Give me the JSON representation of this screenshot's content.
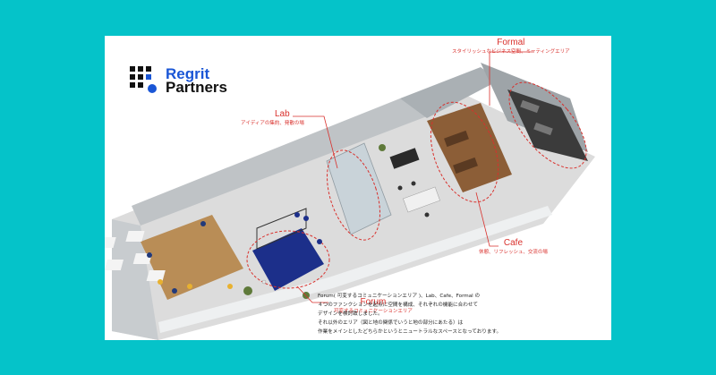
{
  "brand": {
    "name_line1": "Regrit",
    "name_line2": "Partners"
  },
  "colors": {
    "background": "#05c3c9",
    "accent": "#d9302c",
    "brand": "#1a56d6"
  },
  "zones": [
    {
      "title": "Formal",
      "description": "スタイリッシュなビジネス空間、ミーティングエリア"
    },
    {
      "title": "Lab",
      "description": "アイディアの集約、発散の場"
    },
    {
      "title": "Cafe",
      "description": "休憩、リフレッシュ、交流の場"
    },
    {
      "title": "Forum",
      "description": "可変するコミュニケーションエリア"
    }
  ],
  "caption": [
    "Forum( 可変するコミュニケーションエリア )、Lab、Cafe、Formal の",
    "４つのファンクションを起点に空間を構成、それぞれの機能に合わせて",
    "デザインを検討致しました。",
    "それ以外のエリア（図と地の関係でいうと地の部分にあたる）は",
    "作業をメインとしたどちらかというとニュートラルなスペースとなっております。"
  ]
}
